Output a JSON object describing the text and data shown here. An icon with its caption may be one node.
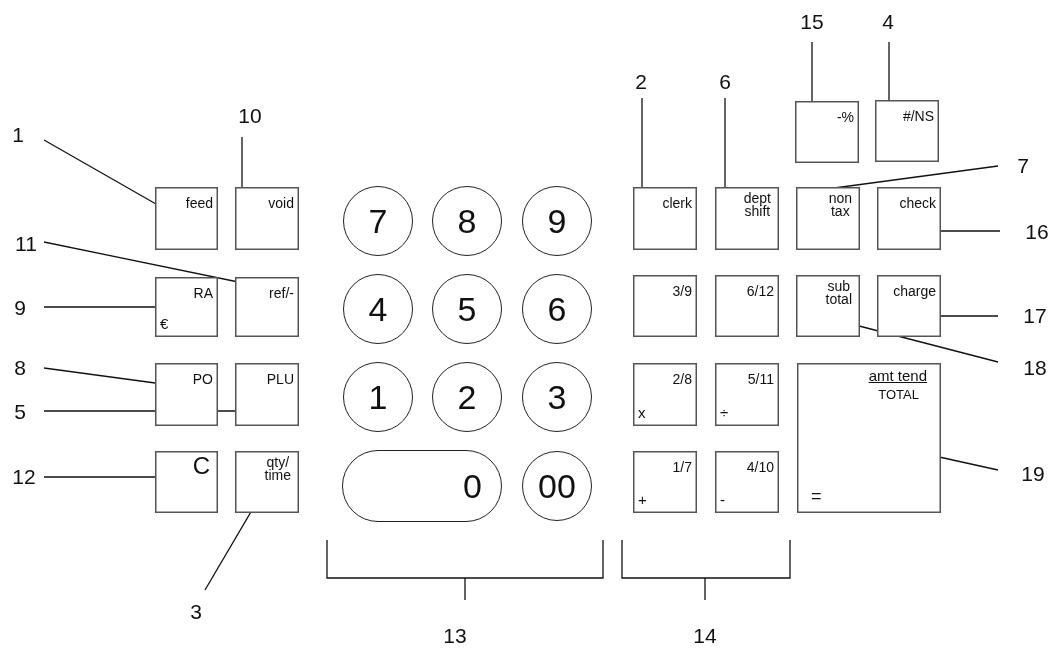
{
  "diagram": {
    "nodes": [
      {
        "text": [
          "feed"
        ]
      },
      {
        "text": [
          "void"
        ]
      },
      {
        "text": [
          "RA",
          "€"
        ]
      },
      {
        "text": [
          "ref/-"
        ]
      },
      {
        "text": [
          "PO"
        ]
      },
      {
        "text": [
          "PLU"
        ]
      },
      {
        "text": [
          "C"
        ]
      },
      {
        "text": [
          "qty/ time"
        ]
      },
      {
        "text": [
          "7"
        ]
      },
      {
        "text": [
          "8"
        ]
      },
      {
        "text": [
          "9"
        ]
      },
      {
        "text": [
          "4"
        ]
      },
      {
        "text": [
          "5"
        ]
      },
      {
        "text": [
          "6"
        ]
      },
      {
        "text": [
          "1"
        ]
      },
      {
        "text": [
          "2"
        ]
      },
      {
        "text": [
          "3"
        ]
      },
      {
        "text": [
          "0"
        ]
      },
      {
        "text": [
          "00"
        ]
      },
      {
        "text": [
          "-%"
        ]
      },
      {
        "text": [
          "#/NS"
        ]
      },
      {
        "text": [
          "clerk"
        ]
      },
      {
        "text": [
          "dept shift"
        ]
      },
      {
        "text": [
          "non tax"
        ]
      },
      {
        "text": [
          "check"
        ]
      },
      {
        "text": [
          "3/9"
        ]
      },
      {
        "text": [
          "6/12"
        ]
      },
      {
        "text": [
          "sub total"
        ]
      },
      {
        "text": [
          "charge"
        ]
      },
      {
        "text": [
          "2/8",
          "x"
        ]
      },
      {
        "text": [
          "5/11",
          "÷"
        ]
      },
      {
        "text": [
          "amt tend",
          "TOTAL",
          "="
        ]
      },
      {
        "text": [
          "1/7",
          "+"
        ]
      },
      {
        "text": [
          "4/10",
          "-"
        ]
      },
      {
        "text": [
          "15"
        ]
      },
      {
        "text": [
          "4"
        ]
      },
      {
        "text": [
          "10"
        ]
      },
      {
        "text": [
          "2"
        ]
      },
      {
        "text": [
          "6"
        ]
      },
      {
        "text": [
          "1"
        ]
      },
      {
        "text": [
          "7"
        ]
      },
      {
        "text": [
          "16"
        ]
      },
      {
        "text": [
          "11"
        ]
      },
      {
        "text": [
          "9"
        ]
      },
      {
        "text": [
          "17"
        ]
      },
      {
        "text": [
          "18"
        ]
      },
      {
        "text": [
          "8"
        ]
      },
      {
        "text": [
          "5"
        ]
      },
      {
        "text": [
          "19"
        ]
      },
      {
        "text": [
          "12"
        ]
      },
      {
        "text": [
          "3"
        ]
      }
    ],
    "edges": [
      {
        "from": 34,
        "to": 19,
        "arrow": "none"
      },
      {
        "from": 35,
        "to": 20,
        "arrow": "none"
      },
      {
        "from": 36,
        "to": 1,
        "arrow": "none"
      },
      {
        "from": 37,
        "to": 21,
        "arrow": "none"
      },
      {
        "from": 38,
        "to": 22,
        "arrow": "none"
      },
      {
        "from": 39,
        "to": 0,
        "arrow": "none"
      },
      {
        "from": 40,
        "to": 23,
        "arrow": "none"
      },
      {
        "from": 41,
        "to": 24,
        "arrow": "none"
      },
      {
        "from": 42,
        "to": 3,
        "arrow": "none"
      },
      {
        "from": 43,
        "to": 2,
        "arrow": "none"
      },
      {
        "from": 44,
        "to": 28,
        "arrow": "none"
      },
      {
        "from": 45,
        "to": 27,
        "arrow": "none"
      },
      {
        "from": 46,
        "to": 4,
        "arrow": "none"
      },
      {
        "from": 47,
        "to": 5,
        "arrow": "none"
      },
      {
        "from": 48,
        "to": 31,
        "arrow": "none"
      },
      {
        "from": 49,
        "to": 6,
        "arrow": "none"
      },
      {
        "from": 50,
        "to": 7,
        "arrow": "none"
      }
    ],
    "labels": [
      "13",
      "14"
    ]
  }
}
